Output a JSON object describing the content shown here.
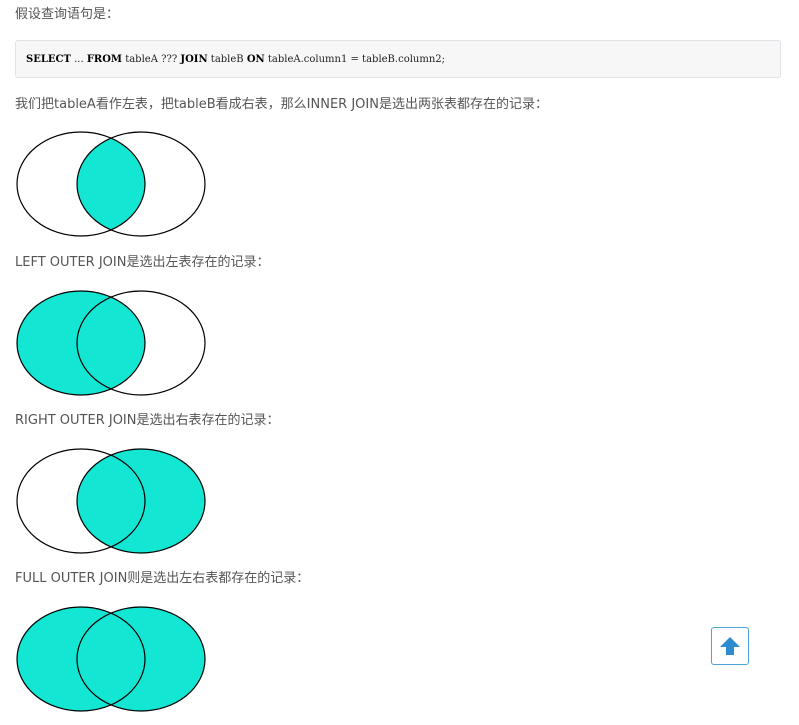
{
  "intro_text": "假设查询语句是：",
  "code": {
    "select": "SELECT",
    "part1": " ... ",
    "from": "FROM",
    "part2": " tableA ??? ",
    "join": "JOIN",
    "part3": " tableB ",
    "on": "ON",
    "part4": " tableA.column1 = tableB.column2;"
  },
  "inner_join_text": "我们把tableA看作左表，把tableB看成右表，那么INNER JOIN是选出两张表都存在的记录：",
  "left_join_text": "LEFT OUTER JOIN是选出左表存在的记录：",
  "right_join_text": "RIGHT OUTER JOIN是选出右表存在的记录：",
  "full_join_text": "FULL OUTER JOIN则是选出左右表都存在的记录：",
  "colors": {
    "fill": "#13e6d2",
    "stroke": "#000000"
  },
  "back_to_top_icon": "arrow-up-icon"
}
